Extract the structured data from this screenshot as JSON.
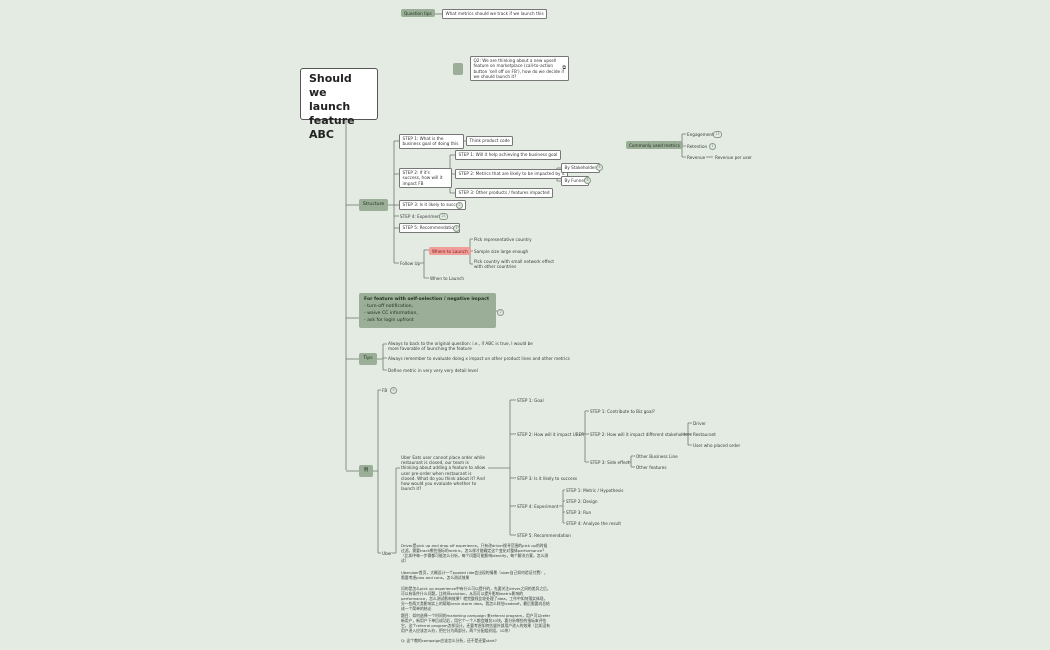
{
  "top": {
    "question_tag": "Question tips",
    "question_text": "What metrics should we track if we launch this"
  },
  "q2": {
    "label": "Q2: We are thinking about a new upsell feature on marketplace (call-to-action button 'sell off on FB'), how do we decide if we should launch it?"
  },
  "root": {
    "title": "Should we launch feature ABC"
  },
  "structure": {
    "label": "Structure",
    "step1": "STEP 1: What is the business goal of doing this",
    "step1_child": "Think product code",
    "step2": "STEP 2: If it's success, how will it impact FB",
    "step2_sub1": "STEP 1: Will it help achieving the business goal",
    "step2_sub2": "STEP 2: Metrics that are likely to be impacted by it",
    "by_stakeholder": "By Stakeholder",
    "by_funnel": "By Funnel",
    "step2_sub3": "STEP 3: Other products / features impacted",
    "step3": "STEP 3: Is it likely to success",
    "step4": "STEP 4: Experiment",
    "step5": "STEP 5: Recommendation",
    "follow_up": "Follow Up",
    "where_launch": "Where to Launch",
    "where_items": [
      "Pick representative country",
      "Sample size large enough",
      "Pick country with small network effect with other countries"
    ],
    "when_launch": "When to Launch"
  },
  "metrics": {
    "label": "Commonly used metrics",
    "items": [
      "Engagement",
      "Retention",
      "Revenue"
    ],
    "revenue_child": "Revenue per user"
  },
  "selfsel": {
    "lines": [
      "For feature with self-selection / negative impact",
      "- turn-off notification,",
      "- waive CC information,",
      "- ask for login upfront"
    ]
  },
  "tips": {
    "label": "Tips",
    "items": [
      "Always to back to the original question: i.e., if ABC is true, I would be more favorable of launching the feature",
      "Always remember to evaluate doing x impact on other product lines and other metrics",
      "Define metric in very very very detail level"
    ]
  },
  "examples": {
    "label": "例",
    "fb": "FB",
    "uber": "Uber",
    "uber_eats": "Uber Eats user cannot place order while restaurant is closed, our team is thinking about adding a feature to allow user pre-order when restaurant is closed. What do you think about it? And how would you evaluate whether to launch it?",
    "steps": [
      "STEP 1: Goal",
      "STEP 2: How will it impact UBER",
      "STEP 3: Is it likely to success",
      "STEP 4: Experiment",
      "STEP 5: Recommendation"
    ],
    "impact_steps": [
      "STEP 1: Contribute to Biz goal?",
      "STEP 2: How will it impact different stakeholders",
      "STEP 3: Side effect"
    ],
    "stakeholders": [
      "Driver",
      "Restaurant",
      "User who placed order"
    ],
    "side_effects": [
      "Other Business Line",
      "Other features"
    ],
    "exp_steps": [
      "STEP 1: Metric / Hypothesis",
      "STEP 2: Design",
      "STEP 3: Run",
      "STEP 4: Analyze the result"
    ],
    "cjk_notes": [
      "Driver是pick up and drop off experience。只有改driver搜寻范围的pick up的时候过滤。需要track哪些指标的metric，怎么样才能确定这个变化对整体performance？ （比如中每一步骤都可能怎么分析，每个问题可能影响identify，每个解决方案，怎么测试）",
      "Uberuber首页，大概设计一个pooled ride会出现的情景（uber自己如何验证付费），需要考虑pros and cons，怎么测试效果",
      "问的是怎么pick up experience中有什么可以提升的，先要关注driver之间的差异之后，可以有条件什么问题，比时间solution，从而可以提升影响metric影响的performance，怎么测试影响效果？就完整线比较处理了idea，工作中如何落实体现，分一些两大类影响实上的帮助brain storm idea，我怎么样估tradeoff，最后需要向总结成一个简单的结论",
      "题目：如何选择一个时间的marketing campaign 来referral program，用户可以refer新用户，新用户下单后成功后，用它个一个人都会赚贠10块。要分析哪些的指标来评估它，这个referral program怎样设计。还要考虑如何估量外部用户进入的效果（比如没有用户进入应该怎么办，把它分为两部分，两个分配组织组，10块）",
      "Q: 这个教的campaign应该怎么分析，还不是还要start?"
    ]
  },
  "colors": {
    "bg": "#e3ebe3",
    "green_node": "#9bae98",
    "pink_node": "#f19e9b",
    "line": "#6d7a6b"
  }
}
